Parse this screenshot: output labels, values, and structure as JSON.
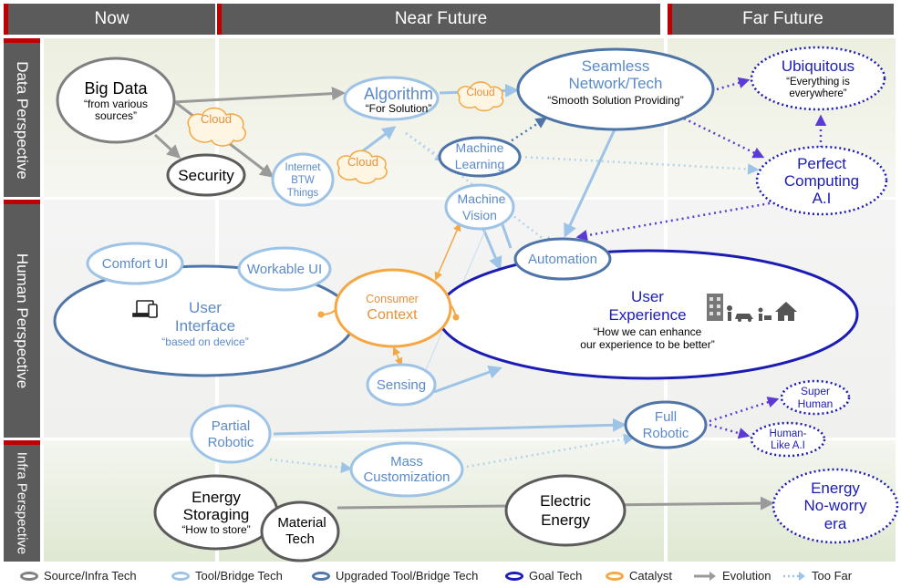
{
  "columns": [
    "Now",
    "Near Future",
    "Far Future"
  ],
  "rows": [
    "Data Perspective",
    "Human Perspective",
    "Infra Perspective"
  ],
  "nodes": {
    "big_data": {
      "title": "Big Data",
      "sub": [
        "“from various",
        "sources”"
      ]
    },
    "security": "Security",
    "cloud": "Cloud",
    "iot": [
      "Internet",
      "BTW",
      "Things"
    ],
    "algorithm": {
      "title": "Algorithm",
      "sub": "“For Solution”"
    },
    "machine_learning": [
      "Machine",
      "Learning"
    ],
    "machine_vision": [
      "Machine",
      "Vision"
    ],
    "seamless": {
      "title": [
        "Seamless",
        "Network/Tech"
      ],
      "sub": "“Smooth Solution Providing”"
    },
    "ubiquitous": {
      "title": "Ubiquitous",
      "sub": [
        "“Everything is",
        "everywhere”"
      ]
    },
    "perfect_computing": [
      "Perfect",
      "Computing",
      "A.I"
    ],
    "automation": "Automation",
    "comfort_ui": "Comfort UI",
    "workable_ui": "Workable UI",
    "user_interface": {
      "title": [
        "User",
        "Interface"
      ],
      "sub": "“based on device”"
    },
    "consumer_context": {
      "small": "Consumer",
      "title": "Context"
    },
    "user_experience": {
      "title": [
        "User",
        "Experience"
      ],
      "sub": [
        "“How we can enhance",
        "our experience  to be better”"
      ]
    },
    "sensing": "Sensing",
    "partial_robotic": [
      "Partial",
      "Robotic"
    ],
    "full_robotic": [
      "Full",
      "Robotic"
    ],
    "super_human": [
      "Super",
      "Human"
    ],
    "human_like_ai": [
      "Human-",
      "Like A.I"
    ],
    "mass_customization": [
      "Mass",
      "Customization"
    ],
    "energy_storaging": {
      "title": [
        "Energy",
        "Storaging"
      ],
      "sub": "“How to store”"
    },
    "material_tech": [
      "Material",
      "Tech"
    ],
    "electric_energy": [
      "Electric",
      "Energy"
    ],
    "energy_no_worry": [
      "Energy",
      "No-worry",
      "era"
    ]
  },
  "legend": [
    "Source/Infra Tech",
    "Tool/Bridge Tech",
    "Upgraded Tool/Bridge Tech",
    "Goal Tech",
    "Catalyst",
    "Evolution",
    "Too Far"
  ],
  "colors": {
    "source": "#7f7f7f",
    "tool": "#9dc3e6",
    "upgraded": "#4f75a8",
    "goal": "#1c1cb5",
    "catalyst": "#f4a742",
    "text_blue": "#5b8ac8",
    "far_purple": "#5b3ad6"
  }
}
